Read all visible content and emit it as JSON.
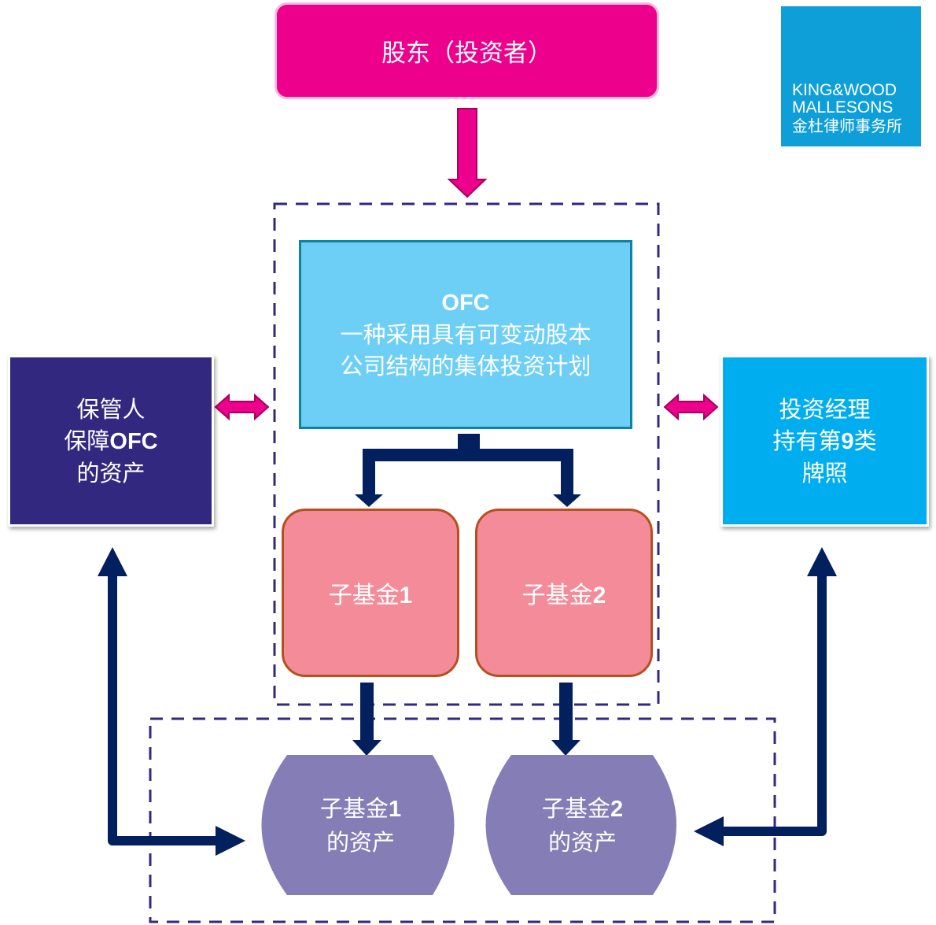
{
  "diagram": {
    "shareholders": {
      "label": "股东（投资者）"
    },
    "logo": {
      "line1": "KING&WOOD",
      "line2": "MALLESONS",
      "line3": "金杜律师事务所",
      "color": "#0f9fd8"
    },
    "ofc": {
      "title": "OFC",
      "line1": "一种采用具有可变动股本",
      "line2": "公司结构的集体投资计划",
      "color": "#6dcff6"
    },
    "custodian": {
      "line1": "保管人",
      "line2_prefix": "保障",
      "line2_bold": "OFC",
      "line3": "的资产",
      "color": "#32287f"
    },
    "investment_manager": {
      "line1": "投资经理",
      "line2_prefix": "持有第",
      "line2_bold": "9",
      "line2_suffix": "类",
      "line3": "牌照",
      "color": "#00aeef"
    },
    "sub_funds": [
      {
        "prefix": "子基金",
        "number": "1"
      },
      {
        "prefix": "子基金",
        "number": "2"
      }
    ],
    "sub_fund_assets": [
      {
        "prefix": "子基金",
        "number": "1",
        "line2": "的资产"
      },
      {
        "prefix": "子基金",
        "number": "2",
        "line2": "的资产"
      }
    ],
    "colors": {
      "shareholder_pink": "#ec008c",
      "sub_fund_pink": "#f48b98",
      "asset_purple": "#857db5",
      "arrow_navy": "#021f5e",
      "dashed_border": "#32287f"
    },
    "connections": [
      {
        "from": "shareholders",
        "to": "ofc",
        "type": "arrow"
      },
      {
        "from": "custodian",
        "to": "ofc",
        "type": "bidirectional"
      },
      {
        "from": "investment_manager",
        "to": "ofc",
        "type": "bidirectional"
      },
      {
        "from": "ofc",
        "to": "sub_fund_1",
        "type": "arrow"
      },
      {
        "from": "ofc",
        "to": "sub_fund_2",
        "type": "arrow"
      },
      {
        "from": "sub_fund_1",
        "to": "sub_fund_1_assets",
        "type": "arrow"
      },
      {
        "from": "sub_fund_2",
        "to": "sub_fund_2_assets",
        "type": "arrow"
      },
      {
        "from": "custodian",
        "to": "sub_fund_1_assets",
        "type": "bidirectional"
      },
      {
        "from": "investment_manager",
        "to": "sub_fund_2_assets",
        "type": "bidirectional"
      }
    ]
  }
}
